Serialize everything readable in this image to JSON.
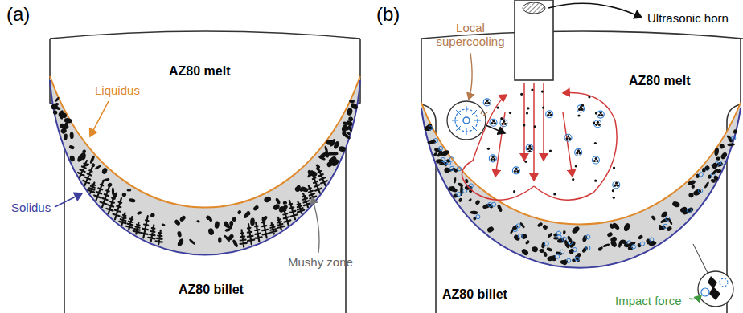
{
  "diagram": {
    "labels": [
      "(a)",
      "AZ80 melt",
      "Liquidus",
      "Solidus",
      "Mushy zone",
      "AZ80 billet",
      "(b)",
      "Local supercooling",
      "Ultrasonic horn",
      "AZ80 melt",
      "Impact force",
      "AZ80 billet"
    ]
  }
}
